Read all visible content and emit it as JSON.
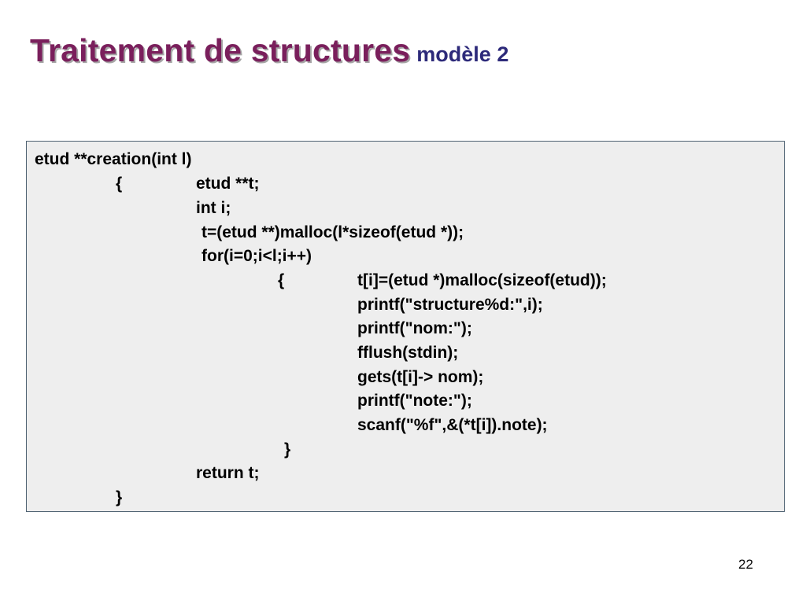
{
  "slide": {
    "title_main": "Traitement de structures",
    "title_sub": "modèle 2",
    "page_number": "22"
  },
  "code": {
    "lines": [
      "etud **creation(int l)",
      "{",
      "etud **t;",
      "int i;",
      "t=(etud **)malloc(l*sizeof(etud *));",
      "for(i=0;i<l;i++)",
      "{",
      "t[i]=(etud *)malloc(sizeof(etud));",
      "printf(\"structure%d:\",i);",
      "printf(\"nom:\");",
      "fflush(stdin);",
      "gets(t[i]-> nom);",
      "printf(\"note:\");",
      "scanf(\"%f\",&(*t[i]).note);",
      "}",
      "return t;",
      "}"
    ]
  },
  "colors": {
    "title_main": "#7a1f5c",
    "title_sub": "#2d2a7a",
    "code_background": "#eeeeee",
    "code_border": "#4f6272"
  }
}
